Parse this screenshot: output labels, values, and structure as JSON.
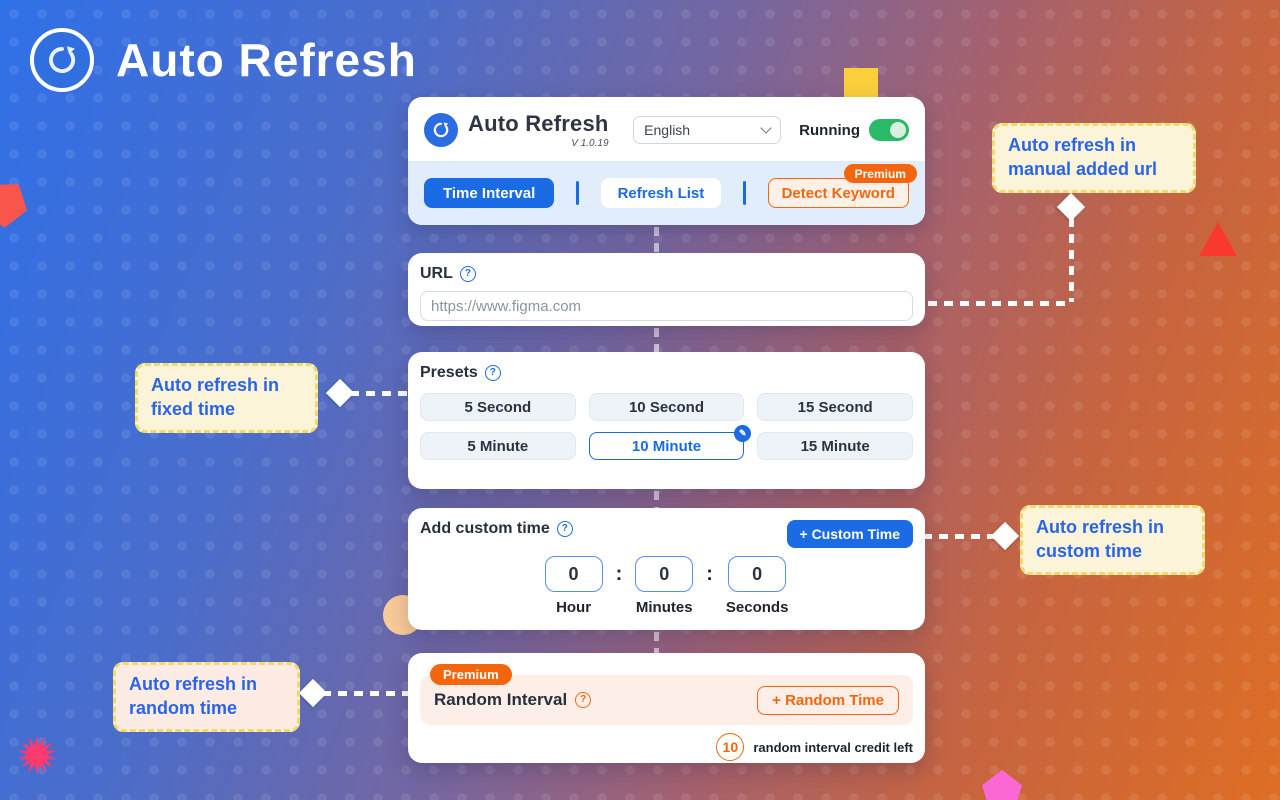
{
  "hero": {
    "title": "Auto Refresh"
  },
  "popup": {
    "header": {
      "title": "Auto Refresh",
      "version": "V 1.0.19",
      "language": "English",
      "running_label": "Running",
      "toggle_state": "on"
    },
    "tabs": {
      "time_interval": "Time Interval",
      "refresh_list": "Refresh List",
      "detect_keyword": "Detect Keyword",
      "premium_badge": "Premium"
    },
    "url_section": {
      "label": "URL",
      "value": "https://www.figma.com"
    },
    "presets_section": {
      "label": "Presets",
      "options": [
        "5 Second",
        "10 Second",
        "15 Second",
        "5 Minute",
        "10 Minute",
        "15 Minute"
      ],
      "selected": "10 Minute"
    },
    "custom_section": {
      "label": "Add custom time",
      "add_button": "+ Custom Time",
      "colon": ":",
      "fields": [
        {
          "value": "0",
          "label": "Hour"
        },
        {
          "value": "0",
          "label": "Minutes"
        },
        {
          "value": "0",
          "label": "Seconds"
        }
      ]
    },
    "random_section": {
      "premium_badge": "Premium",
      "label": "Random Interval",
      "add_button": "+ Random Time",
      "credit_count": "10",
      "credit_text": "random interval credit left"
    }
  },
  "callouts": {
    "manual_url": "Auto refresh in manual added url",
    "fixed_time": "Auto refresh in fixed time",
    "custom_time": "Auto refresh in custom time",
    "random_time": "Auto refresh in random time"
  },
  "icons": {
    "help": "?",
    "pencil": "✎"
  },
  "colors": {
    "accent_blue": "#1a6be4",
    "accent_orange": "#f4660d",
    "toggle_green": "#29b967",
    "callout_yellow_border": "#f1da67",
    "gradient_start": "#3070e8",
    "gradient_end": "#de6e24"
  }
}
